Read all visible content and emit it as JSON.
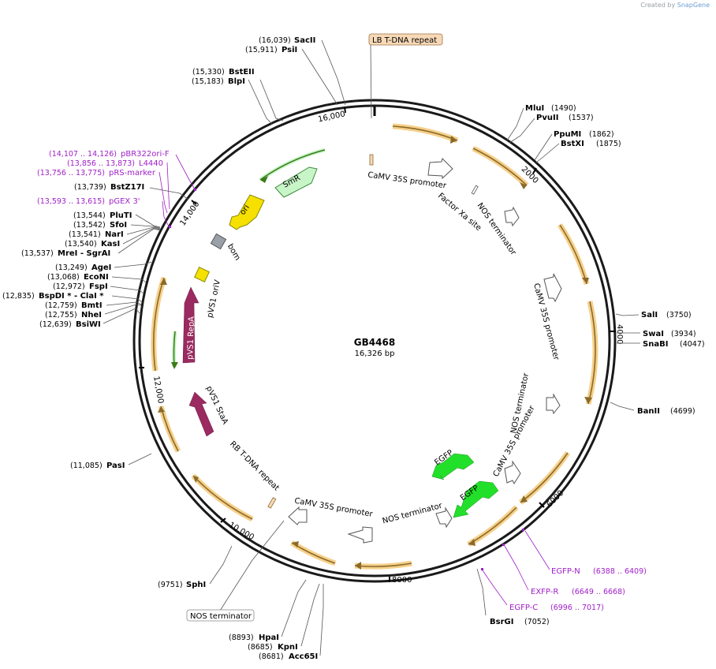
{
  "credit": {
    "prefix": "Created by",
    "brand": "SnapGene"
  },
  "plasmid": {
    "name": "GB4468",
    "size": "16,326 bp"
  },
  "ruler": [
    "2000",
    "4000",
    "6000",
    "8000",
    "10,000",
    "12,000",
    "14,000",
    "16,000"
  ],
  "enzymes_left": [
    {
      "pos": "(16,039)",
      "name": "SacII"
    },
    {
      "pos": "(15,911)",
      "name": "PsiI"
    },
    {
      "pos": "(15,330)",
      "name": "BstEII"
    },
    {
      "pos": "(15,183)",
      "name": "BlpI"
    },
    {
      "pos": "(13,739)",
      "name": "BstZ17I"
    },
    {
      "pos": "(13,544)",
      "name": "PluTI"
    },
    {
      "pos": "(13,542)",
      "name": "SfoI"
    },
    {
      "pos": "(13,541)",
      "name": "NarI"
    },
    {
      "pos": "(13,540)",
      "name": "KasI"
    },
    {
      "pos": "(13,537)",
      "name": "MreI  - SgrAI"
    },
    {
      "pos": "(13,249)",
      "name": "AgeI"
    },
    {
      "pos": "(13,068)",
      "name": "EcoNI"
    },
    {
      "pos": "(12,972)",
      "name": "FspI"
    },
    {
      "pos": "(12,835)",
      "name": "BspDI *  - ClaI *"
    },
    {
      "pos": "(12,759)",
      "name": "BmtI"
    },
    {
      "pos": "(12,755)",
      "name": "NheI"
    },
    {
      "pos": "(12,639)",
      "name": "BsiWI"
    },
    {
      "pos": "(11,085)",
      "name": "PasI"
    },
    {
      "pos": "(9751)",
      "name": "SphI"
    },
    {
      "pos": "(8893)",
      "name": "HpaI"
    },
    {
      "pos": "(8685)",
      "name": "KpnI"
    },
    {
      "pos": "(8681)",
      "name": "Acc65I"
    }
  ],
  "enzymes_right": [
    {
      "name": "MluI",
      "pos": "(1490)"
    },
    {
      "name": "PvuII",
      "pos": "(1537)"
    },
    {
      "name": "PpuMI",
      "pos": "(1862)"
    },
    {
      "name": "BstXI",
      "pos": "(1875)"
    },
    {
      "name": "SalI",
      "pos": "(3750)"
    },
    {
      "name": "SwaI",
      "pos": "(3934)"
    },
    {
      "name": "SnaBI",
      "pos": "(4047)"
    },
    {
      "name": "BanII",
      "pos": "(4699)"
    },
    {
      "name": "BsrGI",
      "pos": "(7052)"
    }
  ],
  "primers": [
    {
      "name": "pBR322ori-F",
      "pos": "(14,107 .. 14,126)"
    },
    {
      "name": "L4440",
      "pos": "(13,856 .. 13,873)"
    },
    {
      "name": "pRS-marker",
      "pos": "(13,756 .. 13,775)"
    },
    {
      "name": "pGEX 3'",
      "pos": "(13,593 .. 13,615)"
    },
    {
      "name": "EGFP-N",
      "pos": "(6388 .. 6409)"
    },
    {
      "name": "EXFP-R",
      "pos": "(6649 .. 6668)"
    },
    {
      "name": "EGFP-C",
      "pos": "(6996 .. 7017)"
    }
  ],
  "features": {
    "lb_repeat": "LB T-DNA repeat",
    "camv1": "CaMV 35S promoter",
    "factor_xa": "Factor Xa site",
    "nos1": "NOS terminator",
    "camv2": "CaMV 35S promoter",
    "nos2": "NOS terminator",
    "camv3": "CaMV 35S promoter",
    "egfp1": "EGFP",
    "egfp2": "EGFP",
    "nos3": "NOS terminator",
    "camv4": "CaMV 35S promoter",
    "rb_repeat": "RB T-DNA repeat",
    "nos_box": "NOS terminator",
    "smr": "SmR",
    "ori": "ori",
    "bom": "bom",
    "pvs1_oriv": "pVS1 oriV",
    "pvs1_repa": "pVS1 RepA",
    "pvs1_staa": "pVS1 StaA"
  },
  "colors": {
    "backbone": "#1a1a1a",
    "orf_glow": "#f6d08a",
    "orf_arrow": "#7a5a1a",
    "primer": "#a020c8",
    "egfp": "#22e02a",
    "smr": "#c8f5c8",
    "ori": "#f5e000",
    "pvs1": "#9a2a60",
    "bom": "#9aa0a8",
    "repeat_box": "#f7d9b8"
  }
}
